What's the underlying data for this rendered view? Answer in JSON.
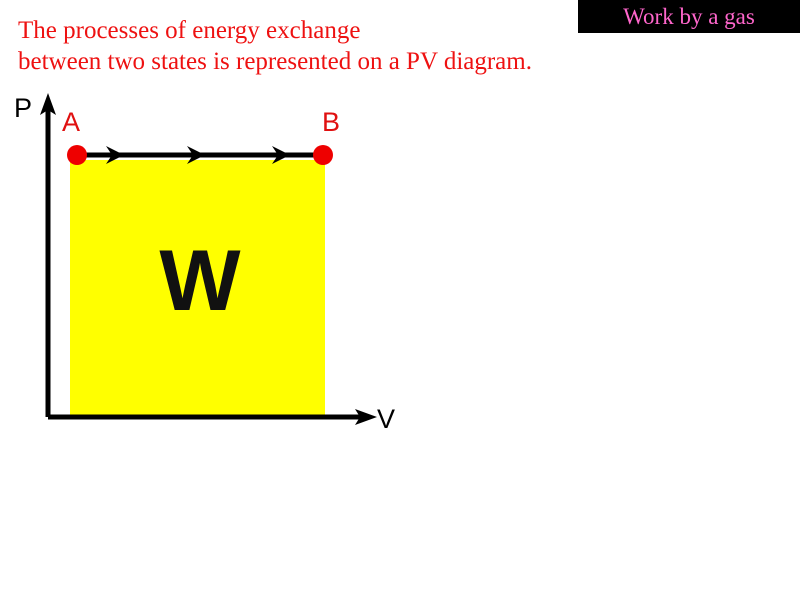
{
  "slide": {
    "background_color": "#ffffff",
    "banner": {
      "text": "Work by a gas",
      "background_color": "#000000",
      "text_color": "#ff66cc"
    },
    "body_text": {
      "color": "#ee1111",
      "line1": "The processes of energy exchange",
      "line2": "between two states is represented on a PV diagram."
    }
  },
  "chart_data": {
    "type": "line",
    "title": "Work by a gas",
    "xlabel": "V",
    "ylabel": "P",
    "grid": false,
    "legend": null,
    "annotations": [
      {
        "name": "work-area-label",
        "text": "W",
        "color": "#111111"
      }
    ],
    "points": [
      {
        "label": "A",
        "x": 77,
        "y": 155,
        "color": "#ee0000"
      },
      {
        "label": "B",
        "x": 323,
        "y": 155,
        "color": "#ee0000"
      }
    ],
    "series": [
      {
        "name": "isobaric-expansion-A-to-B",
        "color": "#000000",
        "direction": "A to B",
        "arrow_count": 3,
        "x": [
          77,
          323
        ],
        "y": [
          155,
          155
        ]
      }
    ],
    "shaded_region": {
      "name": "work-area",
      "color": "#ffff00",
      "x_range": [
        77,
        323
      ],
      "y_range": [
        155,
        415
      ]
    }
  },
  "diagram": {
    "y_axis_label": "P",
    "x_axis_label": "V",
    "point_a_label": "A",
    "point_b_label": "B",
    "work_label": "W",
    "axis_color": "#000000",
    "point_color": "#ee0000",
    "area_color": "#ffff00"
  }
}
